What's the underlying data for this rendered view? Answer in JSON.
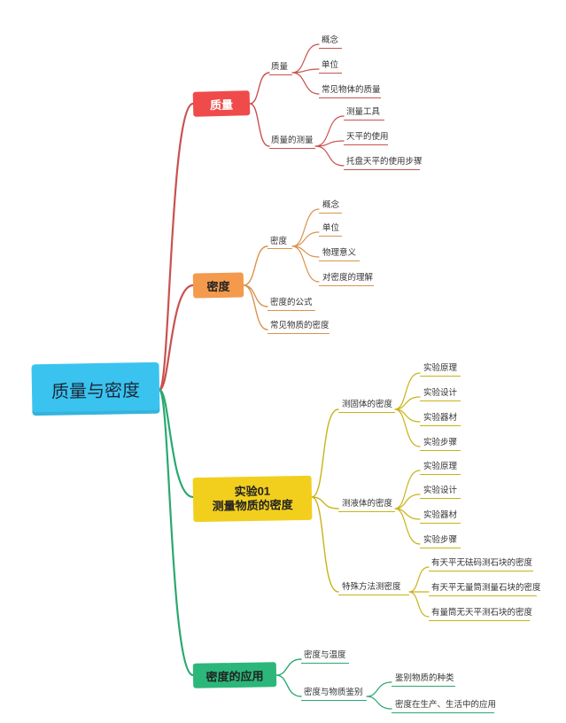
{
  "colors": {
    "root": "#3bc3ef",
    "mass": "#ef4b4b",
    "density": "#f39a4d",
    "experiment": "#f2cf1d",
    "application": "#2bb77a",
    "line_red": "#c9514f",
    "line_yellow": "#c9b316",
    "line_green": "#2aa870"
  },
  "root": {
    "label": "质量与密度"
  },
  "mass": {
    "label": "质量",
    "concept": {
      "label": "质量",
      "items": [
        "概念",
        "单位",
        "常见物体的质量"
      ]
    },
    "measure": {
      "label": "质量的测量",
      "items": [
        "测量工具",
        "天平的使用",
        "托盘天平的使用步骤"
      ]
    }
  },
  "density": {
    "label": "密度",
    "concept": {
      "label": "密度",
      "items": [
        "概念",
        "单位",
        "物理意义",
        "对密度的理解"
      ]
    },
    "formula": "密度的公式",
    "common": "常见物质的密度"
  },
  "experiment": {
    "label_line1": "实验01",
    "label_line2": "测量物质的密度",
    "solid": {
      "label": "测固体的密度",
      "items": [
        "实验原理",
        "实验设计",
        "实验器材",
        "实验步骤"
      ]
    },
    "liquid": {
      "label": "测液体的密度",
      "items": [
        "实验原理",
        "实验设计",
        "实验器材",
        "实验步骤"
      ]
    },
    "special": {
      "label": "特殊方法测密度",
      "items": [
        "有天平无砝码测石块的密度",
        "有天平无量筒测量石块的密度",
        "有量筒无天平测石块的密度"
      ]
    }
  },
  "application": {
    "label": "密度的应用",
    "temp": "密度与温度",
    "identify": {
      "label": "密度与物质鉴别",
      "items": [
        "鉴别物质的种类",
        "密度在生产、生活中的应用"
      ]
    }
  }
}
